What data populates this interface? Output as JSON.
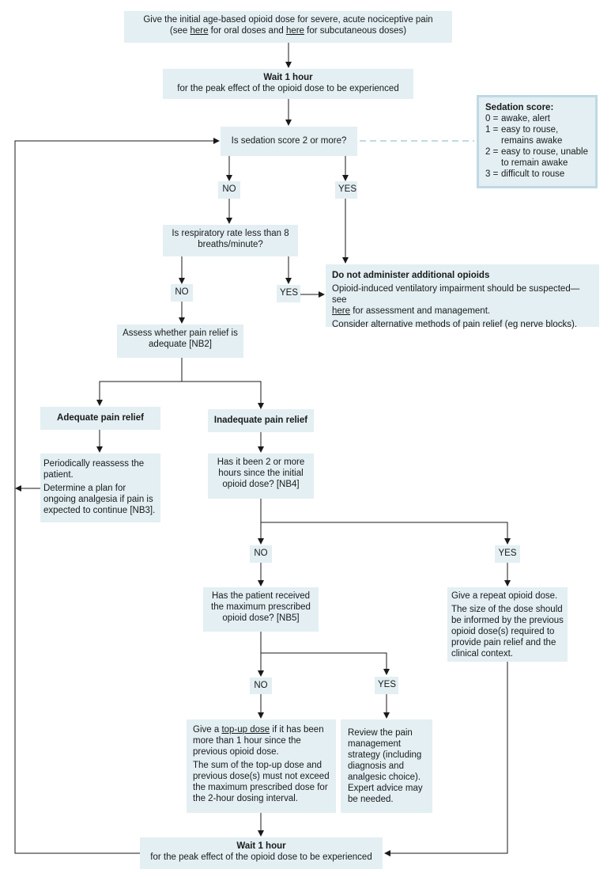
{
  "start": {
    "line1": "Give the initial age-based opioid dose for severe, acute nociceptive pain",
    "pre": "(see ",
    "link1": "here",
    "mid": " for oral doses and ",
    "link2": "here",
    "post": " for subcutaneous doses)"
  },
  "wait1": {
    "title": "Wait 1 hour",
    "text": "for the peak effect of the opioid dose to be experienced"
  },
  "sedation_q": "Is sedation score 2 or more?",
  "sedation_key": {
    "title": "Sedation score:",
    "items": [
      {
        "k": "0 =",
        "v": "awake, alert"
      },
      {
        "k": "1 =",
        "v": "easy to rouse, remains awake"
      },
      {
        "k": "2 =",
        "v": "easy to rouse, unable to remain awake"
      },
      {
        "k": "3 =",
        "v": "difficult to rouse"
      }
    ]
  },
  "labels": {
    "no": "NO",
    "yes": "YES"
  },
  "resp_q": "Is respiratory rate less than 8 breaths/minute?",
  "do_not": {
    "title": "Do not administer additional opioids",
    "line1": "Opioid-induced ventilatory impairment should be suspected—see",
    "link": "here",
    "line2": " for assessment and management.",
    "line3": "Consider alternative methods of pain relief (eg nerve blocks)."
  },
  "assess": "Assess whether pain relief is adequate [NB2]",
  "adequate": {
    "title": "Adequate pain relief",
    "p1": "Periodically reassess the patient.",
    "p2": "Determine a plan for ongoing analgesia if pain is expected to continue [NB3]."
  },
  "inadequate": {
    "title": "Inadequate pain relief",
    "q": "Has it been 2 or more hours since the initial opioid dose? [NB4]"
  },
  "max_q": "Has the patient received the maximum prescribed opioid dose? [NB5]",
  "repeat": {
    "p1": "Give a repeat opioid dose.",
    "p2": "The size of the dose should be informed by the previous opioid dose(s) required to provide pain relief and the clinical context."
  },
  "topup": {
    "pre": "Give a ",
    "link": "top-up dose",
    "post": " if it has been more than 1 hour since the previous opioid dose.",
    "p2": "The sum of the top-up dose and previous dose(s) must not exceed the maximum prescribed dose for the 2-hour dosing interval."
  },
  "review": "Review the pain management strategy (including diagnosis and analgesic choice). Expert advice may be needed.",
  "wait2": {
    "title": "Wait 1 hour",
    "text": "for the peak effect of the opioid dose to be experienced"
  }
}
